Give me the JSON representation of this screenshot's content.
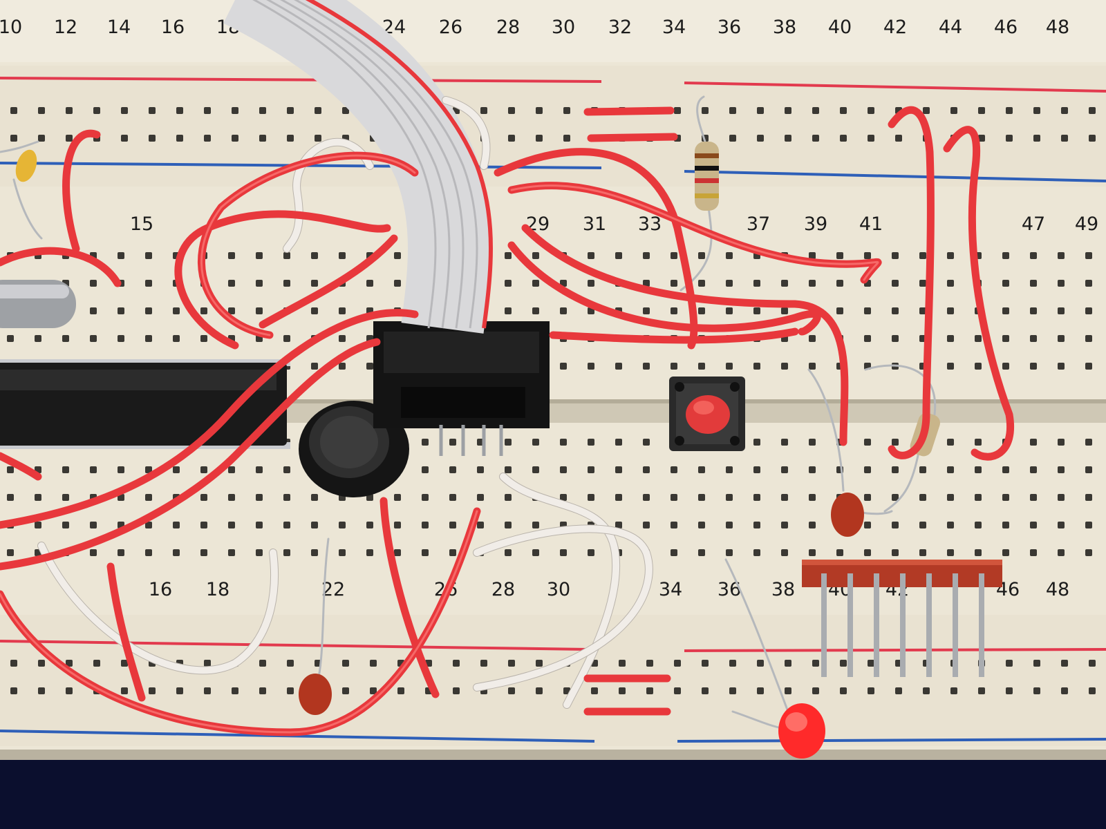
{
  "breadboard": {
    "top_row_numbers": [
      "10",
      "12",
      "14",
      "16",
      "18",
      "24",
      "26",
      "28",
      "30",
      "32",
      "34",
      "36",
      "38",
      "40",
      "42",
      "44",
      "46",
      "48"
    ],
    "mid_upper_numbers": [
      "15",
      "29",
      "31",
      "33",
      "37",
      "39",
      "41",
      "47",
      "49"
    ],
    "mid_lower_numbers": [
      "16",
      "18",
      "22",
      "26",
      "28",
      "30",
      "34",
      "36",
      "38",
      "40",
      "42",
      "46",
      "48"
    ]
  },
  "colors": {
    "board": "#ece6d6",
    "channel": "#d9d2bf",
    "rail_red": "#e23a4e",
    "rail_blue": "#2e5fb8",
    "wire_red": "#e8383c",
    "wire_white": "#f1ede8",
    "ribbon": "#d9d9db",
    "ic_body": "#1a1a1a",
    "button_cap": "#e23b3b",
    "led": "#ff2a2a",
    "capacitor": "#b2361f",
    "background": "#0b0f2e"
  }
}
